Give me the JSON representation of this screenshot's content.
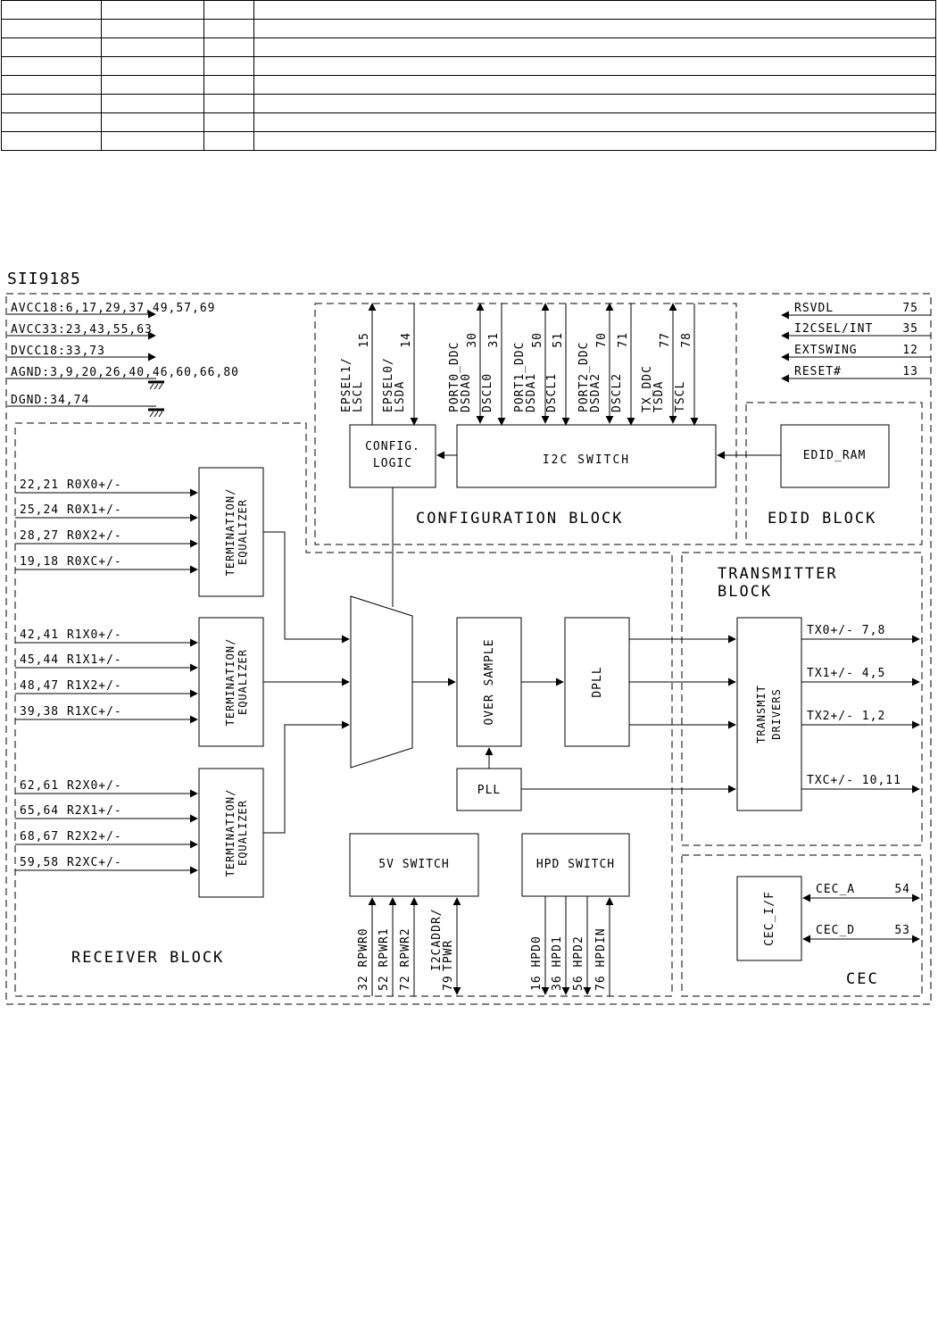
{
  "table": {
    "rows": 8,
    "cols": 4
  },
  "diagram": {
    "chip_label": "SII9185",
    "power_pins": [
      {
        "id": "avcc18",
        "label": "AVCC18:6,17,29,37,49,57,69"
      },
      {
        "id": "avcc33",
        "label": "AVCC33:23,43,55,63"
      },
      {
        "id": "dvcc18",
        "label": "DVCC18:33,73"
      },
      {
        "id": "agnd",
        "label": "AGND:3,9,20,26,40,46,60,66,80"
      },
      {
        "id": "dgnd",
        "label": "DGND:34,74"
      }
    ],
    "right_pins": [
      {
        "id": "rsvdl",
        "name": "RSVDL",
        "num": "75"
      },
      {
        "id": "i2csel",
        "name": "I2CSEL/INT",
        "num": "35"
      },
      {
        "id": "extswing",
        "name": "EXTSWING",
        "num": "12"
      },
      {
        "id": "reset",
        "name": "RESET#",
        "num": "13"
      }
    ],
    "top_pins": [
      {
        "id": "epsel1",
        "l1": "EPSEL1/",
        "l2": "LSCL",
        "num": "15"
      },
      {
        "id": "epsel0",
        "l1": "EPSEL0/",
        "l2": "LSDA",
        "num": "14"
      },
      {
        "id": "dsda0",
        "l1": "PORT0_DDC",
        "l2": "DSDA0",
        "num": "30"
      },
      {
        "id": "dscl0",
        "l1": "",
        "l2": "DSCL0",
        "num": "31"
      },
      {
        "id": "dsda1",
        "l1": "PORT1_DDC",
        "l2": "DSDA1",
        "num": "50"
      },
      {
        "id": "dscl1",
        "l1": "",
        "l2": "DSCL1",
        "num": "51"
      },
      {
        "id": "dsda2",
        "l1": "PORT2_DDC",
        "l2": "DSDA2",
        "num": "70"
      },
      {
        "id": "dscl2",
        "l1": "",
        "l2": "DSCL2",
        "num": "71"
      },
      {
        "id": "tsda",
        "l1": "TX_DDC",
        "l2": "TSDA",
        "num": "77"
      },
      {
        "id": "tscl",
        "l1": "",
        "l2": "TSCL",
        "num": "78"
      }
    ],
    "blocks": {
      "config_logic_1": "CONFIG.",
      "config_logic_2": "LOGIC",
      "i2c_switch": "I2C SWITCH",
      "edid_ram": "EDID_RAM",
      "term_eq_1": "TERMINATION/",
      "term_eq_2": "EQUALIZER",
      "over_sample": "OVER SAMPLE",
      "dpll": "DPLL",
      "pll": "PLL",
      "transmit_1": "TRANSMIT",
      "transmit_2": "DRIVERS",
      "switch_5v": "5V SWITCH",
      "hpd_switch": "HPD SWITCH",
      "cec_if": "CEC_I/F"
    },
    "regions": {
      "configuration": "CONFIGURATION BLOCK",
      "edid": "EDID BLOCK",
      "transmitter_1": "TRANSMITTER",
      "transmitter_2": "BLOCK",
      "receiver": "RECEIVER BLOCK",
      "cec": "CEC"
    },
    "rx_inputs": [
      {
        "id": "r0x0",
        "label": "22,21  R0X0+/-"
      },
      {
        "id": "r0x1",
        "label": "25,24  R0X1+/-"
      },
      {
        "id": "r0x2",
        "label": "28,27  R0X2+/-"
      },
      {
        "id": "r0xc",
        "label": "19,18  R0XC+/-"
      },
      {
        "id": "r1x0",
        "label": "42,41  R1X0+/-"
      },
      {
        "id": "r1x1",
        "label": "45,44  R1X1+/-"
      },
      {
        "id": "r1x2",
        "label": "48,47  R1X2+/-"
      },
      {
        "id": "r1xc",
        "label": "39,38  R1XC+/-"
      },
      {
        "id": "r2x0",
        "label": "62,61  R2X0+/-"
      },
      {
        "id": "r2x1",
        "label": "65,64  R2X1+/-"
      },
      {
        "id": "r2x2",
        "label": "68,67  R2X2+/-"
      },
      {
        "id": "r2xc",
        "label": "59,58  R2XC+/-"
      }
    ],
    "tx_outputs": [
      {
        "id": "tx0",
        "label": "TX0+/-  7,8"
      },
      {
        "id": "tx1",
        "label": "TX1+/-  4,5"
      },
      {
        "id": "tx2",
        "label": "TX2+/-  1,2"
      },
      {
        "id": "txc",
        "label": "TXC+/- 10,11"
      }
    ],
    "bottom_pins_5v": [
      {
        "id": "rpwr0",
        "label": "32 RPWR0"
      },
      {
        "id": "rpwr1",
        "label": "52 RPWR1"
      },
      {
        "id": "rpwr2",
        "label": "72 RPWR2"
      },
      {
        "id": "i2caddr",
        "l1": "I2CADDR/",
        "l2": "TPWR",
        "num": "79"
      }
    ],
    "bottom_pins_hpd": [
      {
        "id": "hpd0",
        "label": "16 HPD0"
      },
      {
        "id": "hpd1",
        "label": "36 HPD1"
      },
      {
        "id": "hpd2",
        "label": "56 HPD2"
      },
      {
        "id": "hpdin",
        "label": "76 HPDIN"
      }
    ],
    "cec_pins": [
      {
        "id": "cec_a",
        "name": "CEC_A",
        "num": "54"
      },
      {
        "id": "cec_d",
        "name": "CEC_D",
        "num": "53"
      }
    ]
  }
}
